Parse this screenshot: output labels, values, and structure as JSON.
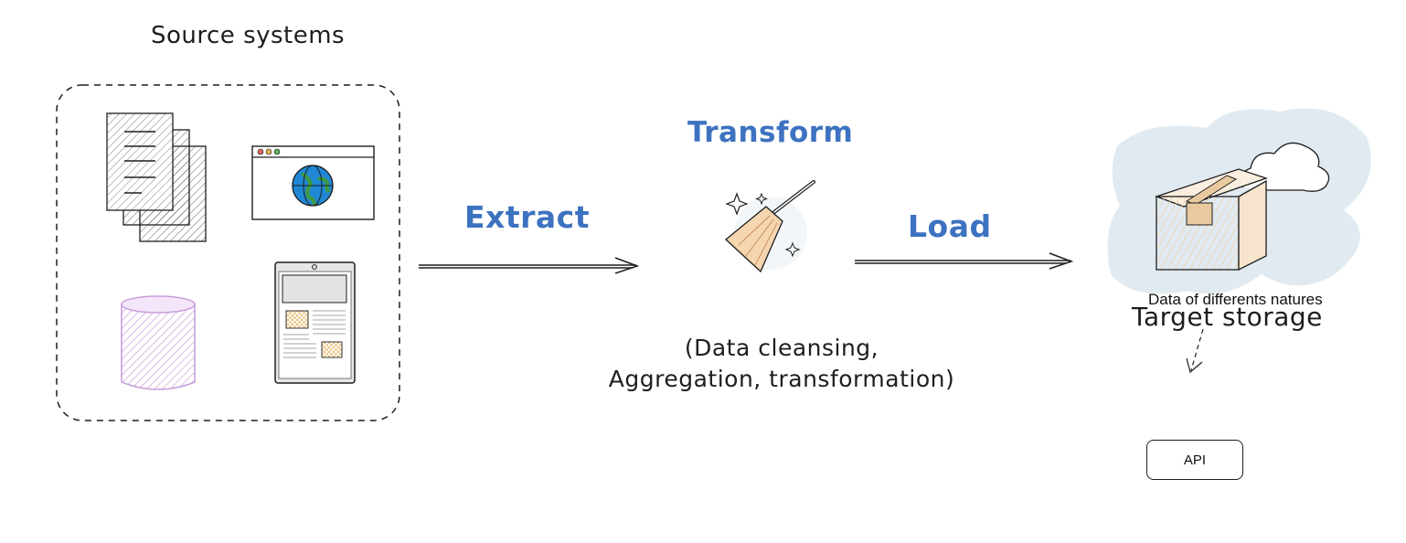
{
  "source": {
    "title": "Source systems"
  },
  "steps": {
    "extract": "Extract",
    "transform": "Transform",
    "load": "Load"
  },
  "transform_note": {
    "line1": "(Data cleansing,",
    "line2": "Aggregation, transformation)"
  },
  "target": {
    "note": "Data of differents natures",
    "title": "Target storage",
    "api_label": "API"
  },
  "colors": {
    "accent_blue": "#3c72c0",
    "cloud_blob": "#dde8ee",
    "db_purple": "#c9a0dc",
    "box_fill": "#f5e0c8",
    "globe_blue": "#1f87d4",
    "globe_green": "#3f9b3f"
  },
  "icons": {
    "documents": "documents-icon",
    "browser": "browser-globe-icon",
    "database": "database-cylinder-icon",
    "tablet": "tablet-document-icon",
    "broom": "broom-sparkle-icon",
    "storage": "storage-box-cloud-icon"
  }
}
